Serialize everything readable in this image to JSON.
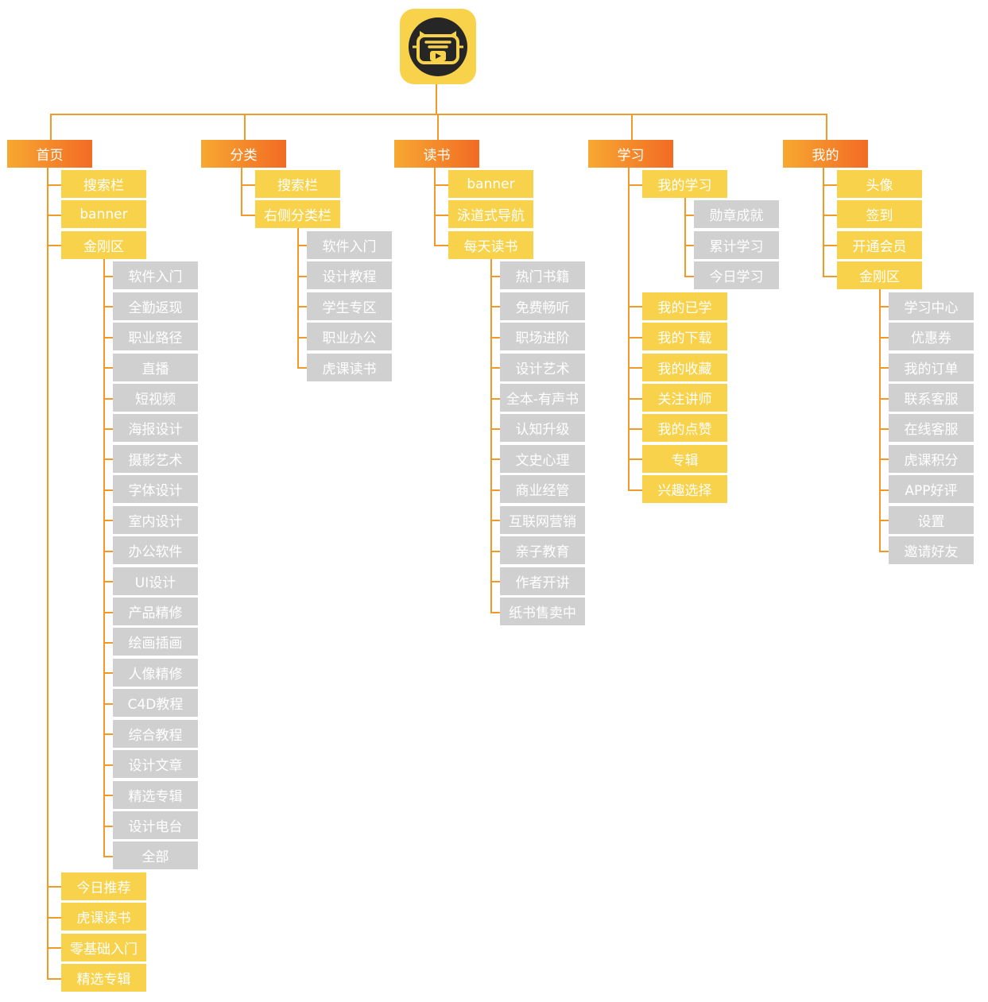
{
  "colors": {
    "line": "#f19a2a",
    "level1_gradient_start": "#f7a832",
    "level1_gradient_end": "#f26b24",
    "level2": "#f8d24a",
    "level3": "#d0d0d0",
    "logo_bg": "#f8d24a",
    "logo_face": "#262626"
  },
  "logo": {
    "icon": "tiger-play-icon"
  },
  "tree": [
    {
      "label": "首页",
      "children": [
        {
          "label": "搜索栏"
        },
        {
          "label": "banner"
        },
        {
          "label": "金刚区",
          "children": [
            {
              "label": "软件入门"
            },
            {
              "label": "全勤返现"
            },
            {
              "label": "职业路径"
            },
            {
              "label": "直播"
            },
            {
              "label": "短视频"
            },
            {
              "label": "海报设计"
            },
            {
              "label": "摄影艺术"
            },
            {
              "label": "字体设计"
            },
            {
              "label": "室内设计"
            },
            {
              "label": "办公软件"
            },
            {
              "label": "UI设计"
            },
            {
              "label": "产品精修"
            },
            {
              "label": "绘画插画"
            },
            {
              "label": "人像精修"
            },
            {
              "label": "C4D教程"
            },
            {
              "label": "综合教程"
            },
            {
              "label": "设计文章"
            },
            {
              "label": "精选专辑"
            },
            {
              "label": "设计电台"
            },
            {
              "label": "全部"
            }
          ]
        },
        {
          "label": "今日推荐"
        },
        {
          "label": "虎课读书"
        },
        {
          "label": "零基础入门"
        },
        {
          "label": "精选专辑"
        }
      ]
    },
    {
      "label": "分类",
      "children": [
        {
          "label": "搜索栏"
        },
        {
          "label": "右侧分类栏",
          "children": [
            {
              "label": "软件入门"
            },
            {
              "label": "设计教程"
            },
            {
              "label": "学生专区"
            },
            {
              "label": "职业办公"
            },
            {
              "label": "虎课读书"
            }
          ]
        }
      ]
    },
    {
      "label": "读书",
      "children": [
        {
          "label": "banner"
        },
        {
          "label": "泳道式导航"
        },
        {
          "label": "每天读书",
          "children": [
            {
              "label": "热门书籍"
            },
            {
              "label": "免费畅听"
            },
            {
              "label": "职场进阶"
            },
            {
              "label": "设计艺术"
            },
            {
              "label": "全本-有声书"
            },
            {
              "label": "认知升级"
            },
            {
              "label": "文史心理"
            },
            {
              "label": "商业经管"
            },
            {
              "label": "互联网营销"
            },
            {
              "label": "亲子教育"
            },
            {
              "label": "作者开讲"
            },
            {
              "label": "纸书售卖中"
            }
          ]
        }
      ]
    },
    {
      "label": "学习",
      "children": [
        {
          "label": "我的学习",
          "children": [
            {
              "label": "勋章成就"
            },
            {
              "label": "累计学习"
            },
            {
              "label": "今日学习"
            }
          ]
        },
        {
          "label": "我的已学"
        },
        {
          "label": "我的下载"
        },
        {
          "label": "我的收藏"
        },
        {
          "label": "关注讲师"
        },
        {
          "label": "我的点赞"
        },
        {
          "label": "专辑"
        },
        {
          "label": "兴趣选择"
        }
      ]
    },
    {
      "label": "我的",
      "children": [
        {
          "label": "头像"
        },
        {
          "label": "签到"
        },
        {
          "label": "开通会员"
        },
        {
          "label": "金刚区",
          "children": [
            {
              "label": "学习中心"
            },
            {
              "label": "优惠券"
            },
            {
              "label": "我的订单"
            },
            {
              "label": "联系客服"
            },
            {
              "label": "在线客服"
            },
            {
              "label": "虎课积分"
            },
            {
              "label": "APP好评"
            },
            {
              "label": "设置"
            },
            {
              "label": "邀请好友"
            }
          ]
        }
      ]
    }
  ]
}
